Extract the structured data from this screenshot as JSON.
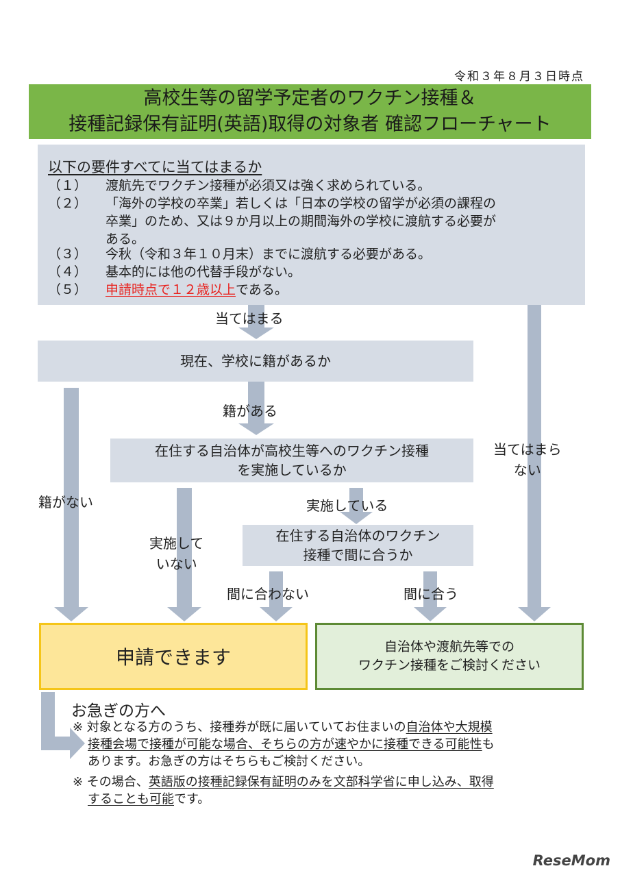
{
  "date": "令和３年８月３日時点",
  "title": {
    "line1": "高校生等の留学予定者のワクチン接種＆",
    "line2": "接種記録保有証明(英語)取得の対象者 確認フローチャート"
  },
  "requirements": {
    "heading": "以下の要件すべてに当てはまるか",
    "items": [
      {
        "num": "（１）",
        "text": "渡航先でワクチン接種が必須又は強く求められている。"
      },
      {
        "num": "（２）",
        "text_line1": "「海外の学校の卒業」若しくは「日本の学校の留学が必須の課程の",
        "text_line2": "卒業」のため、又は９か月以上の期間海外の学校に渡航する必要が",
        "text_line3": "ある。"
      },
      {
        "num": "（３）",
        "text": "今秋（令和３年１０月末）までに渡航する必要がある。"
      },
      {
        "num": "（４）",
        "text": "基本的には他の代替手段がない。"
      },
      {
        "num": "（５）",
        "text_red": "申請時点で１２歳以上",
        "text_rest": "である。"
      }
    ]
  },
  "labels": {
    "applies": "当てはまる",
    "not_applies_line1": "当てはまら",
    "not_applies_line2": "ない",
    "enrolled": "籍がある",
    "not_enrolled": "籍がない",
    "implementing": "実施している",
    "not_implementing_line1": "実施して",
    "not_implementing_line2": "いない",
    "not_in_time": "間に合わない",
    "in_time": "間に合う"
  },
  "questions": {
    "school": "現在、学校に籍があるか",
    "municipality_line1": "在住する自治体が高校生等へのワクチン接種",
    "municipality_line2": "を実施しているか",
    "in_time_line1": "在住する自治体のワクチン",
    "in_time_line2": "接種で間に合うか"
  },
  "results": {
    "apply": "申請できます",
    "consider_line1": "自治体や渡航先等での",
    "consider_line2": "ワクチン接種をご検討ください"
  },
  "urgent": {
    "title": "お急ぎの方へ",
    "note1_a": "※ 対象となる方のうち、接種券が既に届いていてお住まいの",
    "note1_u1": "自治体や大規模",
    "note1_u2": "接種会場で接種が可能な場合、そちらの方が速やかに接種できる可能性",
    "note1_b": "も",
    "note1_c": "あります。お急ぎの方はそちらもご検討ください。",
    "note2_a": "※ その場合、",
    "note2_u1": "英語版の接種記録保有証明のみを文部科学省に申し込み、取得",
    "note2_u2": "することも可能",
    "note2_b": "です。"
  },
  "logo": "ReseMom",
  "colors": {
    "title_bg": "#7ab648",
    "box_bg": "#d6dce5",
    "arrow": "#adb9ca",
    "yellow_bg": "#fde699",
    "yellow_border": "#f5c518",
    "green_bg": "#e2efda",
    "green_border": "#5d8a35",
    "red": "#e8231f"
  }
}
